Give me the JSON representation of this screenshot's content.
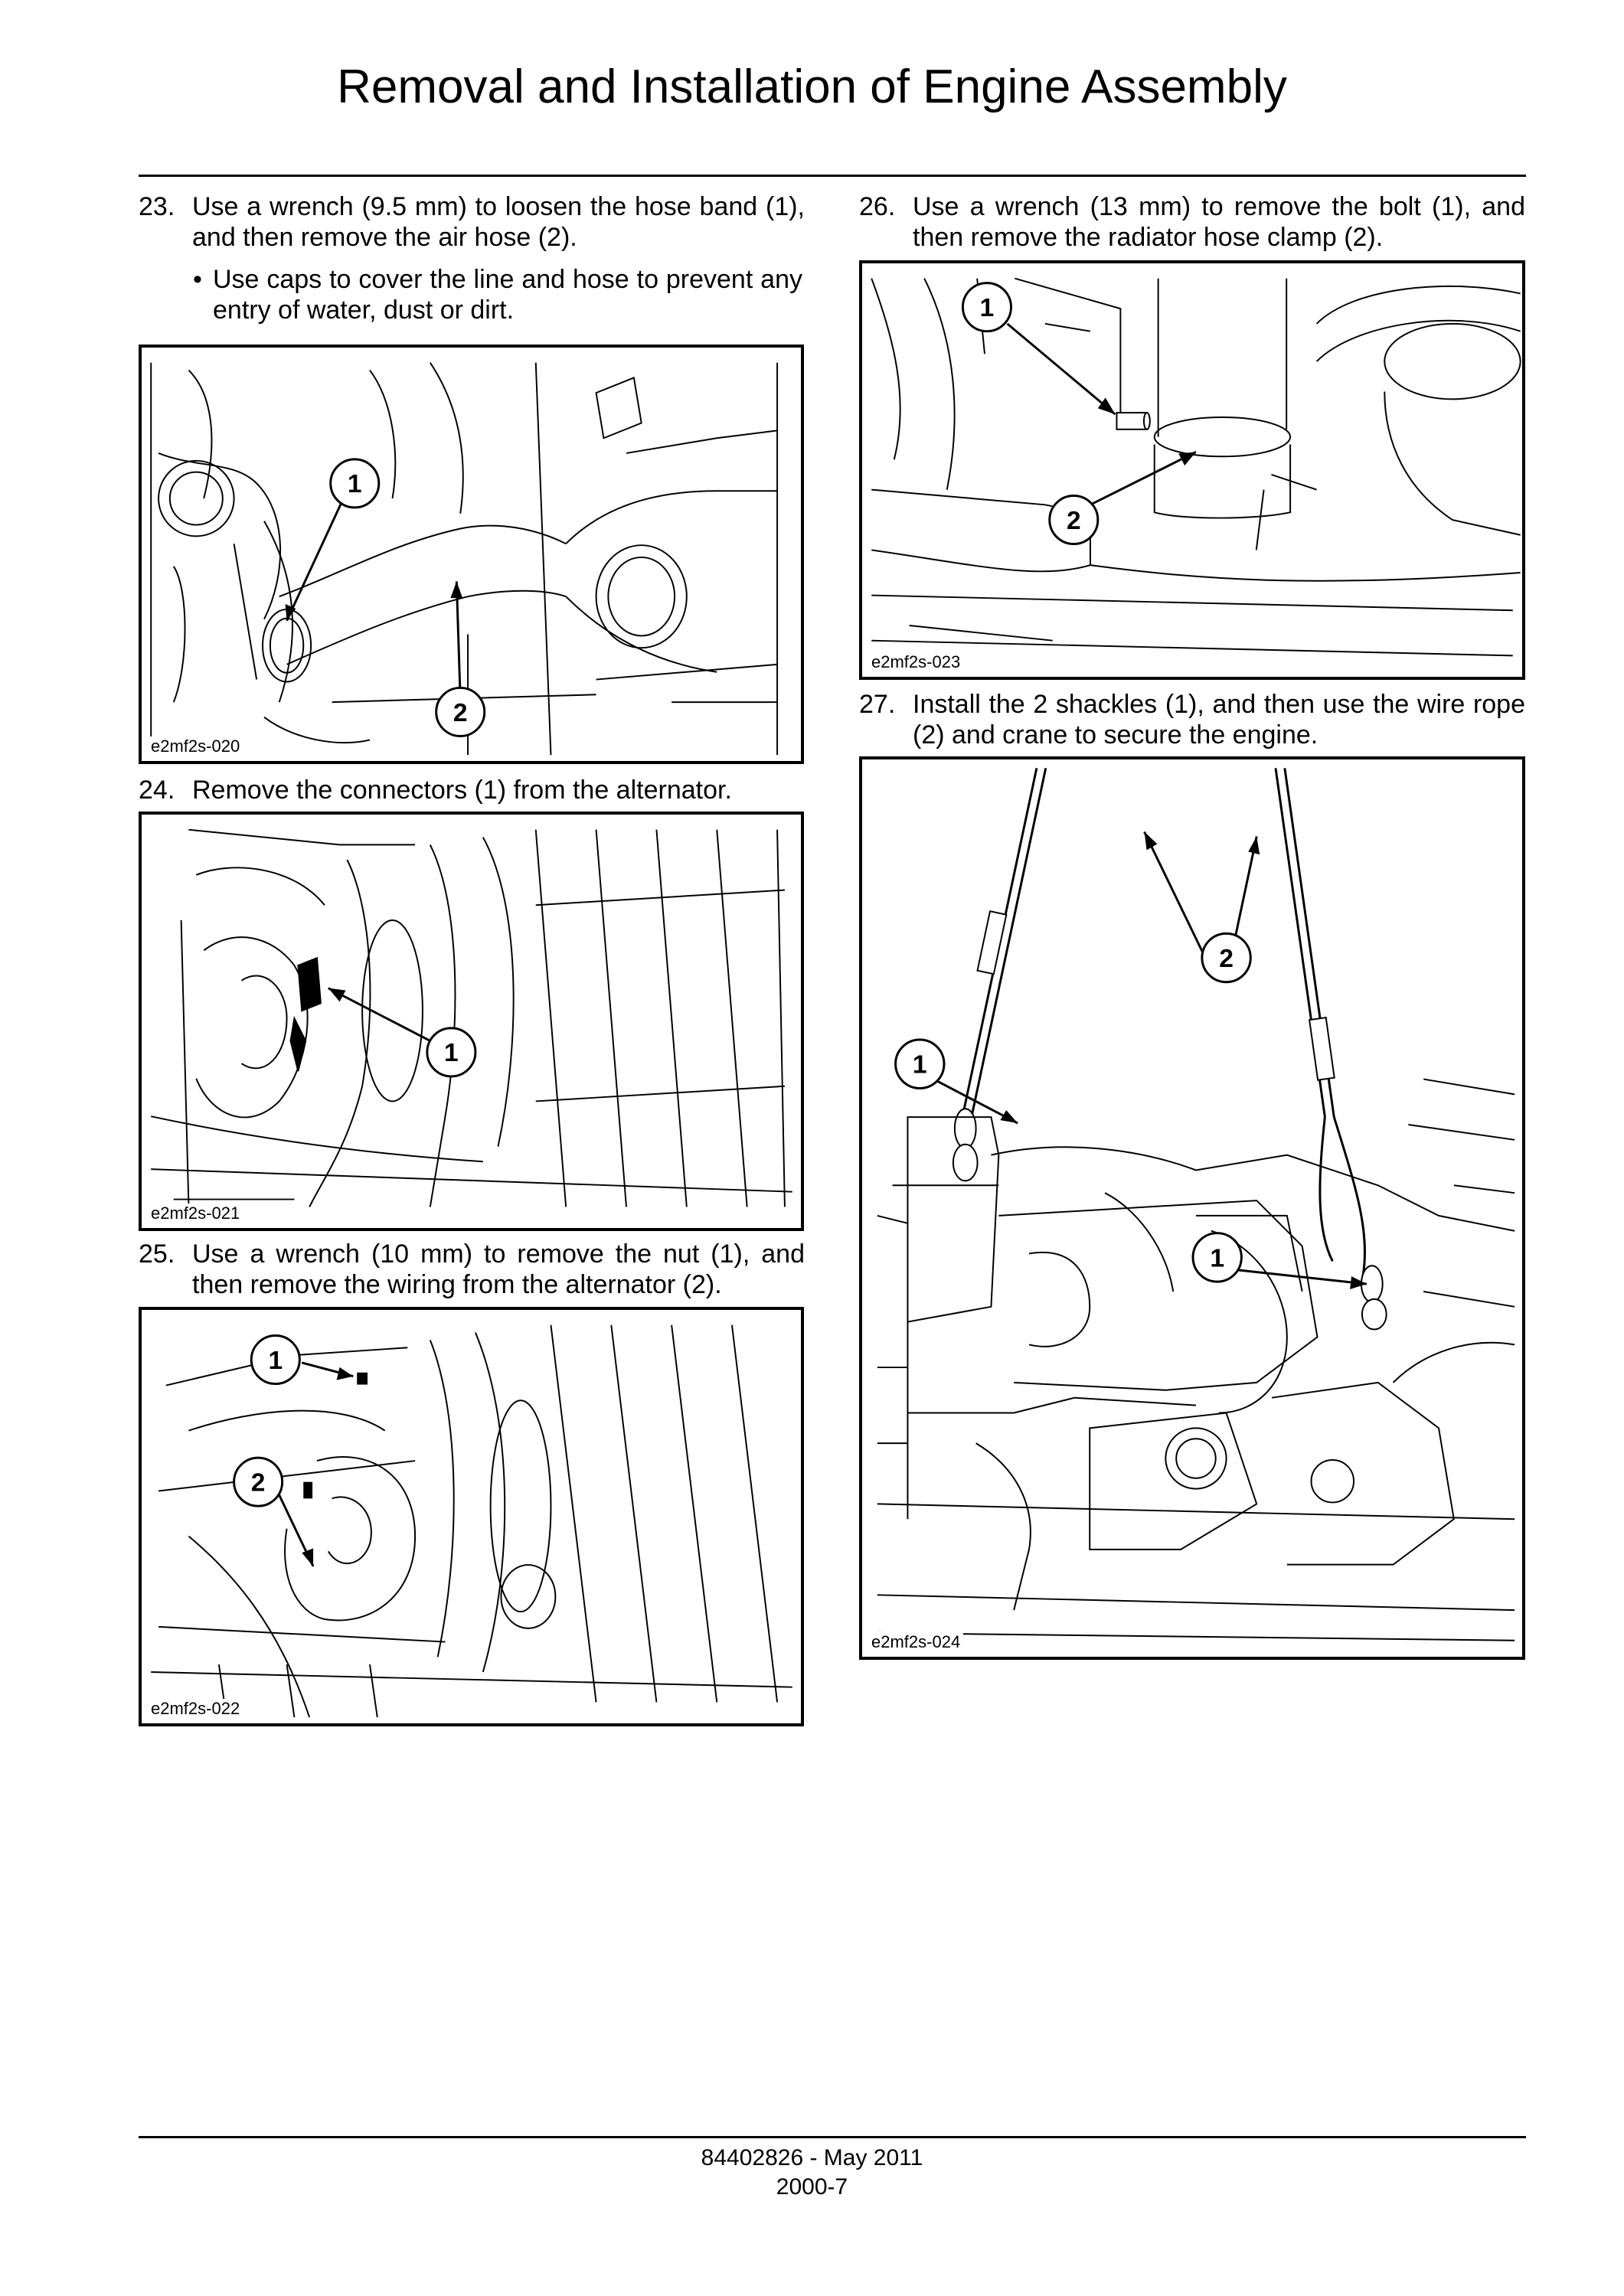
{
  "page": {
    "title": "Removal and Installation of Engine Assembly",
    "footer": {
      "doc": "84402826 - May 2011",
      "page": "2000-7"
    }
  },
  "steps": [
    {
      "num": "23.",
      "text": "Use a wrench (9.5 mm) to loosen the hose band (1), and then remove the air hose (2).",
      "bullet": "Use caps to cover the line and hose to prevent any entry of water, dust or dirt.",
      "figure": {
        "id": "e2mf2s-020",
        "callouts": [
          "1",
          "2"
        ]
      }
    },
    {
      "num": "24.",
      "text": "Remove the connectors (1) from the alternator.",
      "figure": {
        "id": "e2mf2s-021",
        "callouts": [
          "1"
        ]
      }
    },
    {
      "num": "25.",
      "text": "Use a wrench (10 mm) to remove the nut (1), and then remove the wiring from the alternator (2).",
      "figure": {
        "id": "e2mf2s-022",
        "callouts": [
          "1",
          "2"
        ]
      }
    },
    {
      "num": "26.",
      "text": "Use a wrench (13 mm) to remove the bolt (1), and then remove the radiator hose clamp (2).",
      "figure": {
        "id": "e2mf2s-023",
        "callouts": [
          "1",
          "2"
        ]
      }
    },
    {
      "num": "27.",
      "text": "Install the 2 shackles (1), and then use the wire rope (2) and crane to secure the engine.",
      "figure": {
        "id": "e2mf2s-024",
        "callouts": [
          "1",
          "2",
          "1"
        ]
      }
    }
  ],
  "bullet_symbol": "•"
}
